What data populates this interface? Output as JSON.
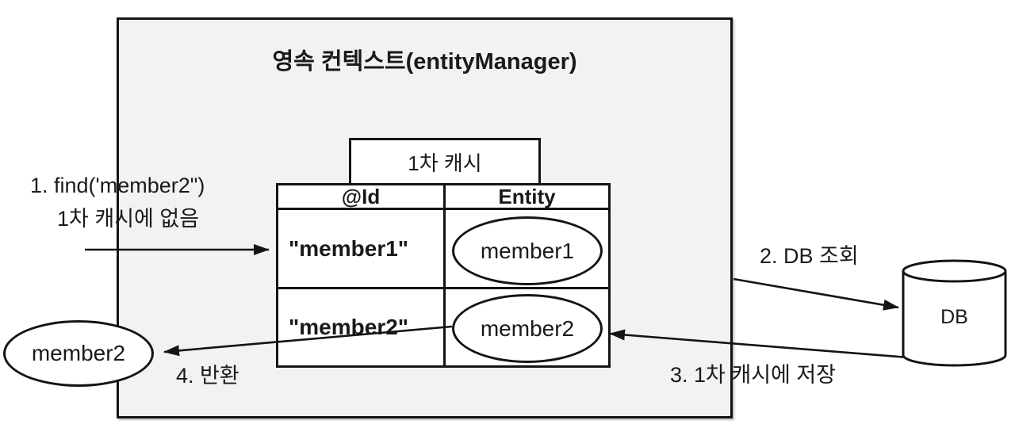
{
  "context": {
    "title": "영속 컨텍스트(entityManager)"
  },
  "cache": {
    "title": "1차 캐시",
    "table": {
      "headers": [
        "@Id",
        "Entity"
      ],
      "rows": [
        {
          "id": "\"member1\"",
          "entity": "member1"
        },
        {
          "id": "\"member2\"",
          "entity": "member2"
        }
      ]
    }
  },
  "db": {
    "label": "DB"
  },
  "result_entity": {
    "label": "member2"
  },
  "steps": {
    "find": {
      "line1": "1. find('member2\")",
      "line2": "1차 캐시에 없음"
    },
    "db_query": {
      "label": "2. DB 조회"
    },
    "store_cache": {
      "label": "3. 1차 캐시에 저장"
    },
    "return": {
      "label": "4. 반환"
    }
  },
  "colors": {
    "box_fill": "#f2f2f2",
    "stroke": "#141414"
  }
}
